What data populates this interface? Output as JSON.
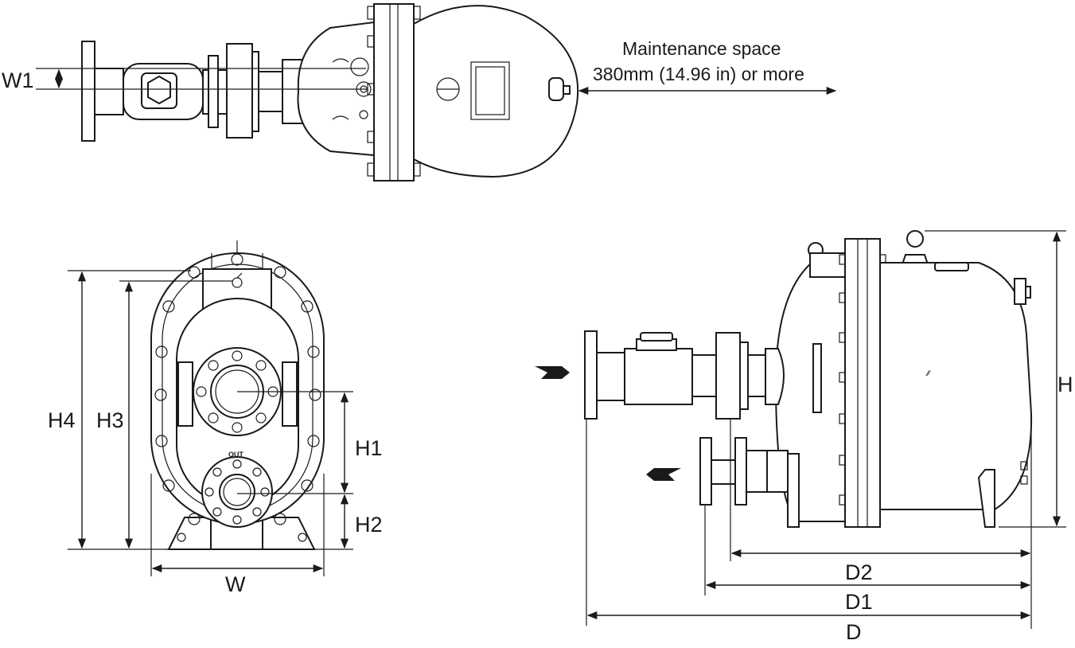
{
  "maintenance_note": {
    "line1": "Maintenance space",
    "line2": "380mm (14.96 in) or more"
  },
  "dimensions": {
    "W1": "W1",
    "W": "W",
    "H1": "H1",
    "H2": "H2",
    "H3": "H3",
    "H4": "H4",
    "H": "H",
    "D": "D",
    "D1": "D1",
    "D2": "D2"
  },
  "front_view": {
    "outlet_label": "OUT"
  },
  "colors": {
    "line": "#1a1a1a",
    "background": "#ffffff"
  }
}
